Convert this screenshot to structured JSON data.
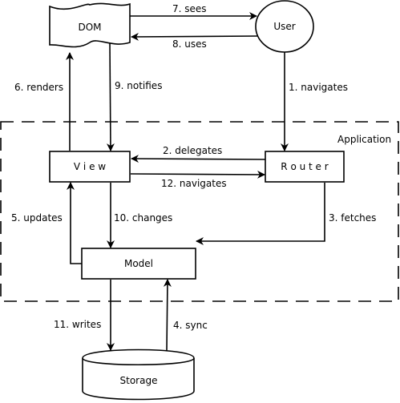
{
  "diagram": {
    "group_label": "Application",
    "nodes": {
      "dom": "DOM",
      "user": "User",
      "view": "V i e w",
      "router": "R o u t e r",
      "model": "Model",
      "storage": "Storage"
    },
    "edges": {
      "e1": "1. navigates",
      "e2": "2. delegates",
      "e3": "3. fetches",
      "e4": "4. sync",
      "e5": "5. updates",
      "e6": "6. renders",
      "e7": "7. sees",
      "e8": "8. uses",
      "e9": "9. notifies",
      "e10": "10. changes",
      "e11": "11. writes",
      "e12": "12. navigates"
    }
  }
}
